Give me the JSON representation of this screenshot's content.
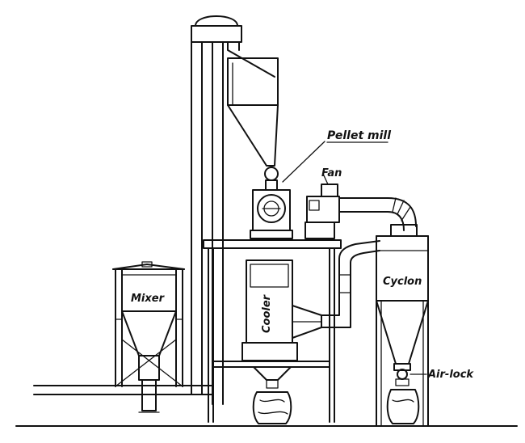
{
  "diagram": {
    "labels": {
      "pellet_mill": "Pellet mill",
      "fan": "Fan",
      "mixer": "Mixer",
      "cooler": "Cooler",
      "cyclone": "Cyclon",
      "air_lock": "Air-lock"
    },
    "ink_color": "#111111",
    "background_color": "#ffffff"
  }
}
